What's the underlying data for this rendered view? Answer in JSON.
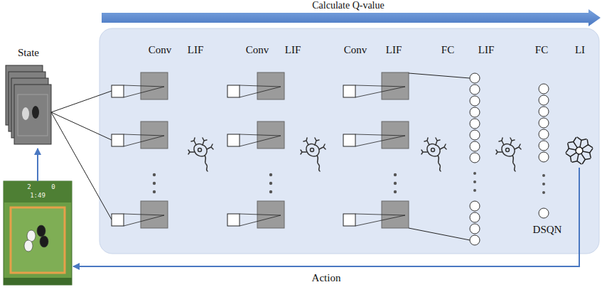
{
  "diagram": {
    "nodes": [
      {
        "text": [
          "State"
        ]
      },
      {
        "text": [
          "2",
          "1:49",
          "0"
        ]
      },
      {
        "text": [
          "DSQN"
        ]
      }
    ],
    "edges": [
      {
        "from": 1,
        "to": 0,
        "arrow": "to"
      },
      {
        "from": 2,
        "to": 1,
        "arrow": "to",
        "label": "Action"
      }
    ],
    "labels": [
      "Calculate Q-value",
      "Conv",
      "LIF",
      "Conv",
      "LIF",
      "Conv",
      "LIF",
      "FC",
      "LIF",
      "FC",
      "LI"
    ]
  }
}
